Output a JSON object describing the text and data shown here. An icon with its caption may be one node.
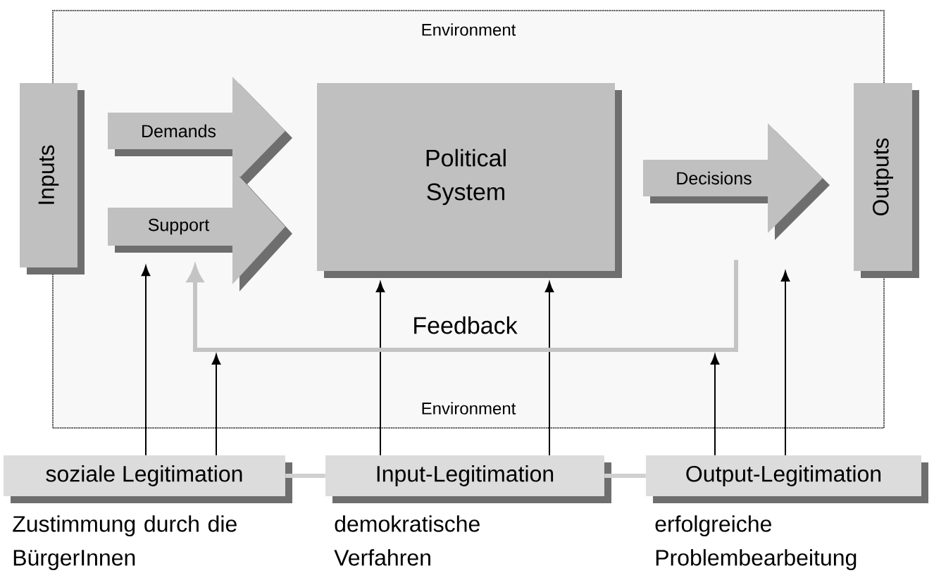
{
  "diagram": {
    "nodes": [
      {
        "text": [
          "Environment",
          "Environment"
        ]
      },
      {
        "text": [
          "Inputs"
        ]
      },
      {
        "text": [
          "Demands"
        ],
        "in": 0
      },
      {
        "text": [
          "Support"
        ],
        "in": 0
      },
      {
        "text": [
          "Political System"
        ],
        "in": 0
      },
      {
        "text": [
          "Decisions"
        ],
        "in": 0
      },
      {
        "text": [
          "Outputs"
        ]
      },
      {
        "text": [
          "soziale Legitimation"
        ],
        "beside": [
          "Zustimmung durch die BürgerInnen"
        ]
      },
      {
        "text": [
          "Input-Legitimation"
        ],
        "beside": [
          "demokratische Verfahren"
        ]
      },
      {
        "text": [
          "Output-Legitimation"
        ],
        "beside": [
          "erfolgreiche Problembearbeitung"
        ]
      }
    ],
    "edges": [
      {
        "from": 7,
        "to": 3,
        "arrow": "to"
      },
      {
        "from": 7,
        "to": null,
        "arrow": "to"
      },
      {
        "from": 8,
        "to": 4,
        "arrow": "to"
      },
      {
        "from": 8,
        "to": 4,
        "arrow": "to"
      },
      {
        "from": 9,
        "to": null,
        "arrow": "to"
      },
      {
        "from": 9,
        "to": null,
        "arrow": "to"
      },
      {
        "from": 5,
        "to": 3,
        "arrow": "to",
        "label": "Feedback",
        "style": "thick",
        "color": "#c4c4c4"
      },
      {
        "from": 7,
        "to": 8,
        "arrow": "none",
        "style": "thick",
        "color": "#d0d0d0"
      },
      {
        "from": 8,
        "to": 9,
        "arrow": "none",
        "style": "thick",
        "color": "#d0d0d0"
      }
    ]
  }
}
